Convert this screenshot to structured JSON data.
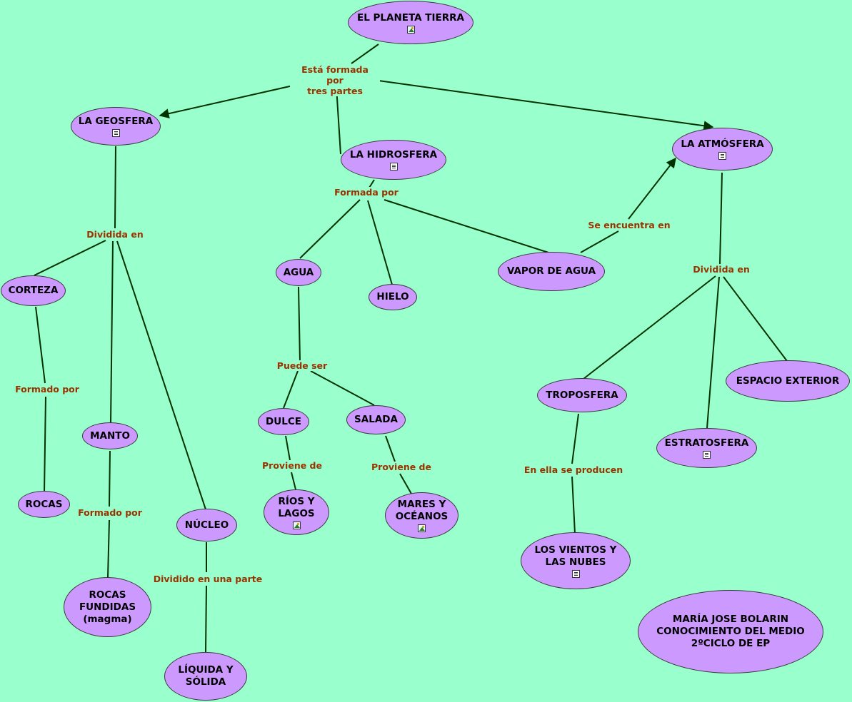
{
  "colors": {
    "background": "#99ffcc",
    "node_fill": "#cc99ff",
    "link_text": "#993300",
    "edge": "#003300"
  },
  "nodes": {
    "planeta": {
      "label": "EL PLANETA TIERRA",
      "icon": "image-icon"
    },
    "geosfera": {
      "label": "LA GEOSFERA",
      "icon": "document-icon"
    },
    "hidrosfera": {
      "label": "LA HIDROSFERA",
      "icon": "document-icon"
    },
    "atmosfera": {
      "label": "LA ATMÓSFERA",
      "icon": "document-icon"
    },
    "corteza": {
      "label": "CORTEZA"
    },
    "manto": {
      "label": "MANTO"
    },
    "nucleo": {
      "label": "NÚCLEO"
    },
    "rocas": {
      "label": "ROCAS"
    },
    "rocas_fundidas": {
      "label": "ROCAS\nFUNDIDAS\n(magma)"
    },
    "liquida": {
      "label": "LÍQUIDA Y\nSÓLIDA"
    },
    "agua": {
      "label": "AGUA"
    },
    "hielo": {
      "label": "HIELO"
    },
    "vapor": {
      "label": "VAPOR DE AGUA"
    },
    "dulce": {
      "label": "DULCE"
    },
    "salada": {
      "label": "SALADA"
    },
    "rios": {
      "label": "RÍOS Y\nLAGOS",
      "icon": "image-icon"
    },
    "mares": {
      "label": "MARES Y\nOCÉANOS",
      "icon": "image-icon"
    },
    "troposfera": {
      "label": "TROPOSFERA"
    },
    "estratosfera": {
      "label": "ESTRATOSFERA",
      "icon": "document-icon"
    },
    "espacio": {
      "label": "ESPACIO EXTERIOR"
    },
    "vientos": {
      "label": "LOS VIENTOS Y\nLAS NUBES",
      "icon": "document-icon"
    },
    "autora": {
      "label": "MARÍA JOSE BOLARIN\nCONOCIMIENTO DEL MEDIO\n2ºCICLO DE EP"
    }
  },
  "links": {
    "formada_tres": "Está formada por\ntres partes",
    "dividida_geo": "Dividida en",
    "formada_hidro": "Formada por",
    "se_encuentra": "Se encuentra en",
    "dividida_atm": "Dividida en",
    "formado_corteza": "Formado por",
    "formado_manto": "Formado por",
    "dividido_nucleo": "Dividido en una parte",
    "puede_ser": "Puede ser",
    "proviene_dulce": "Proviene de",
    "proviene_salada": "Proviene de",
    "en_ella": "En ella se producen"
  }
}
